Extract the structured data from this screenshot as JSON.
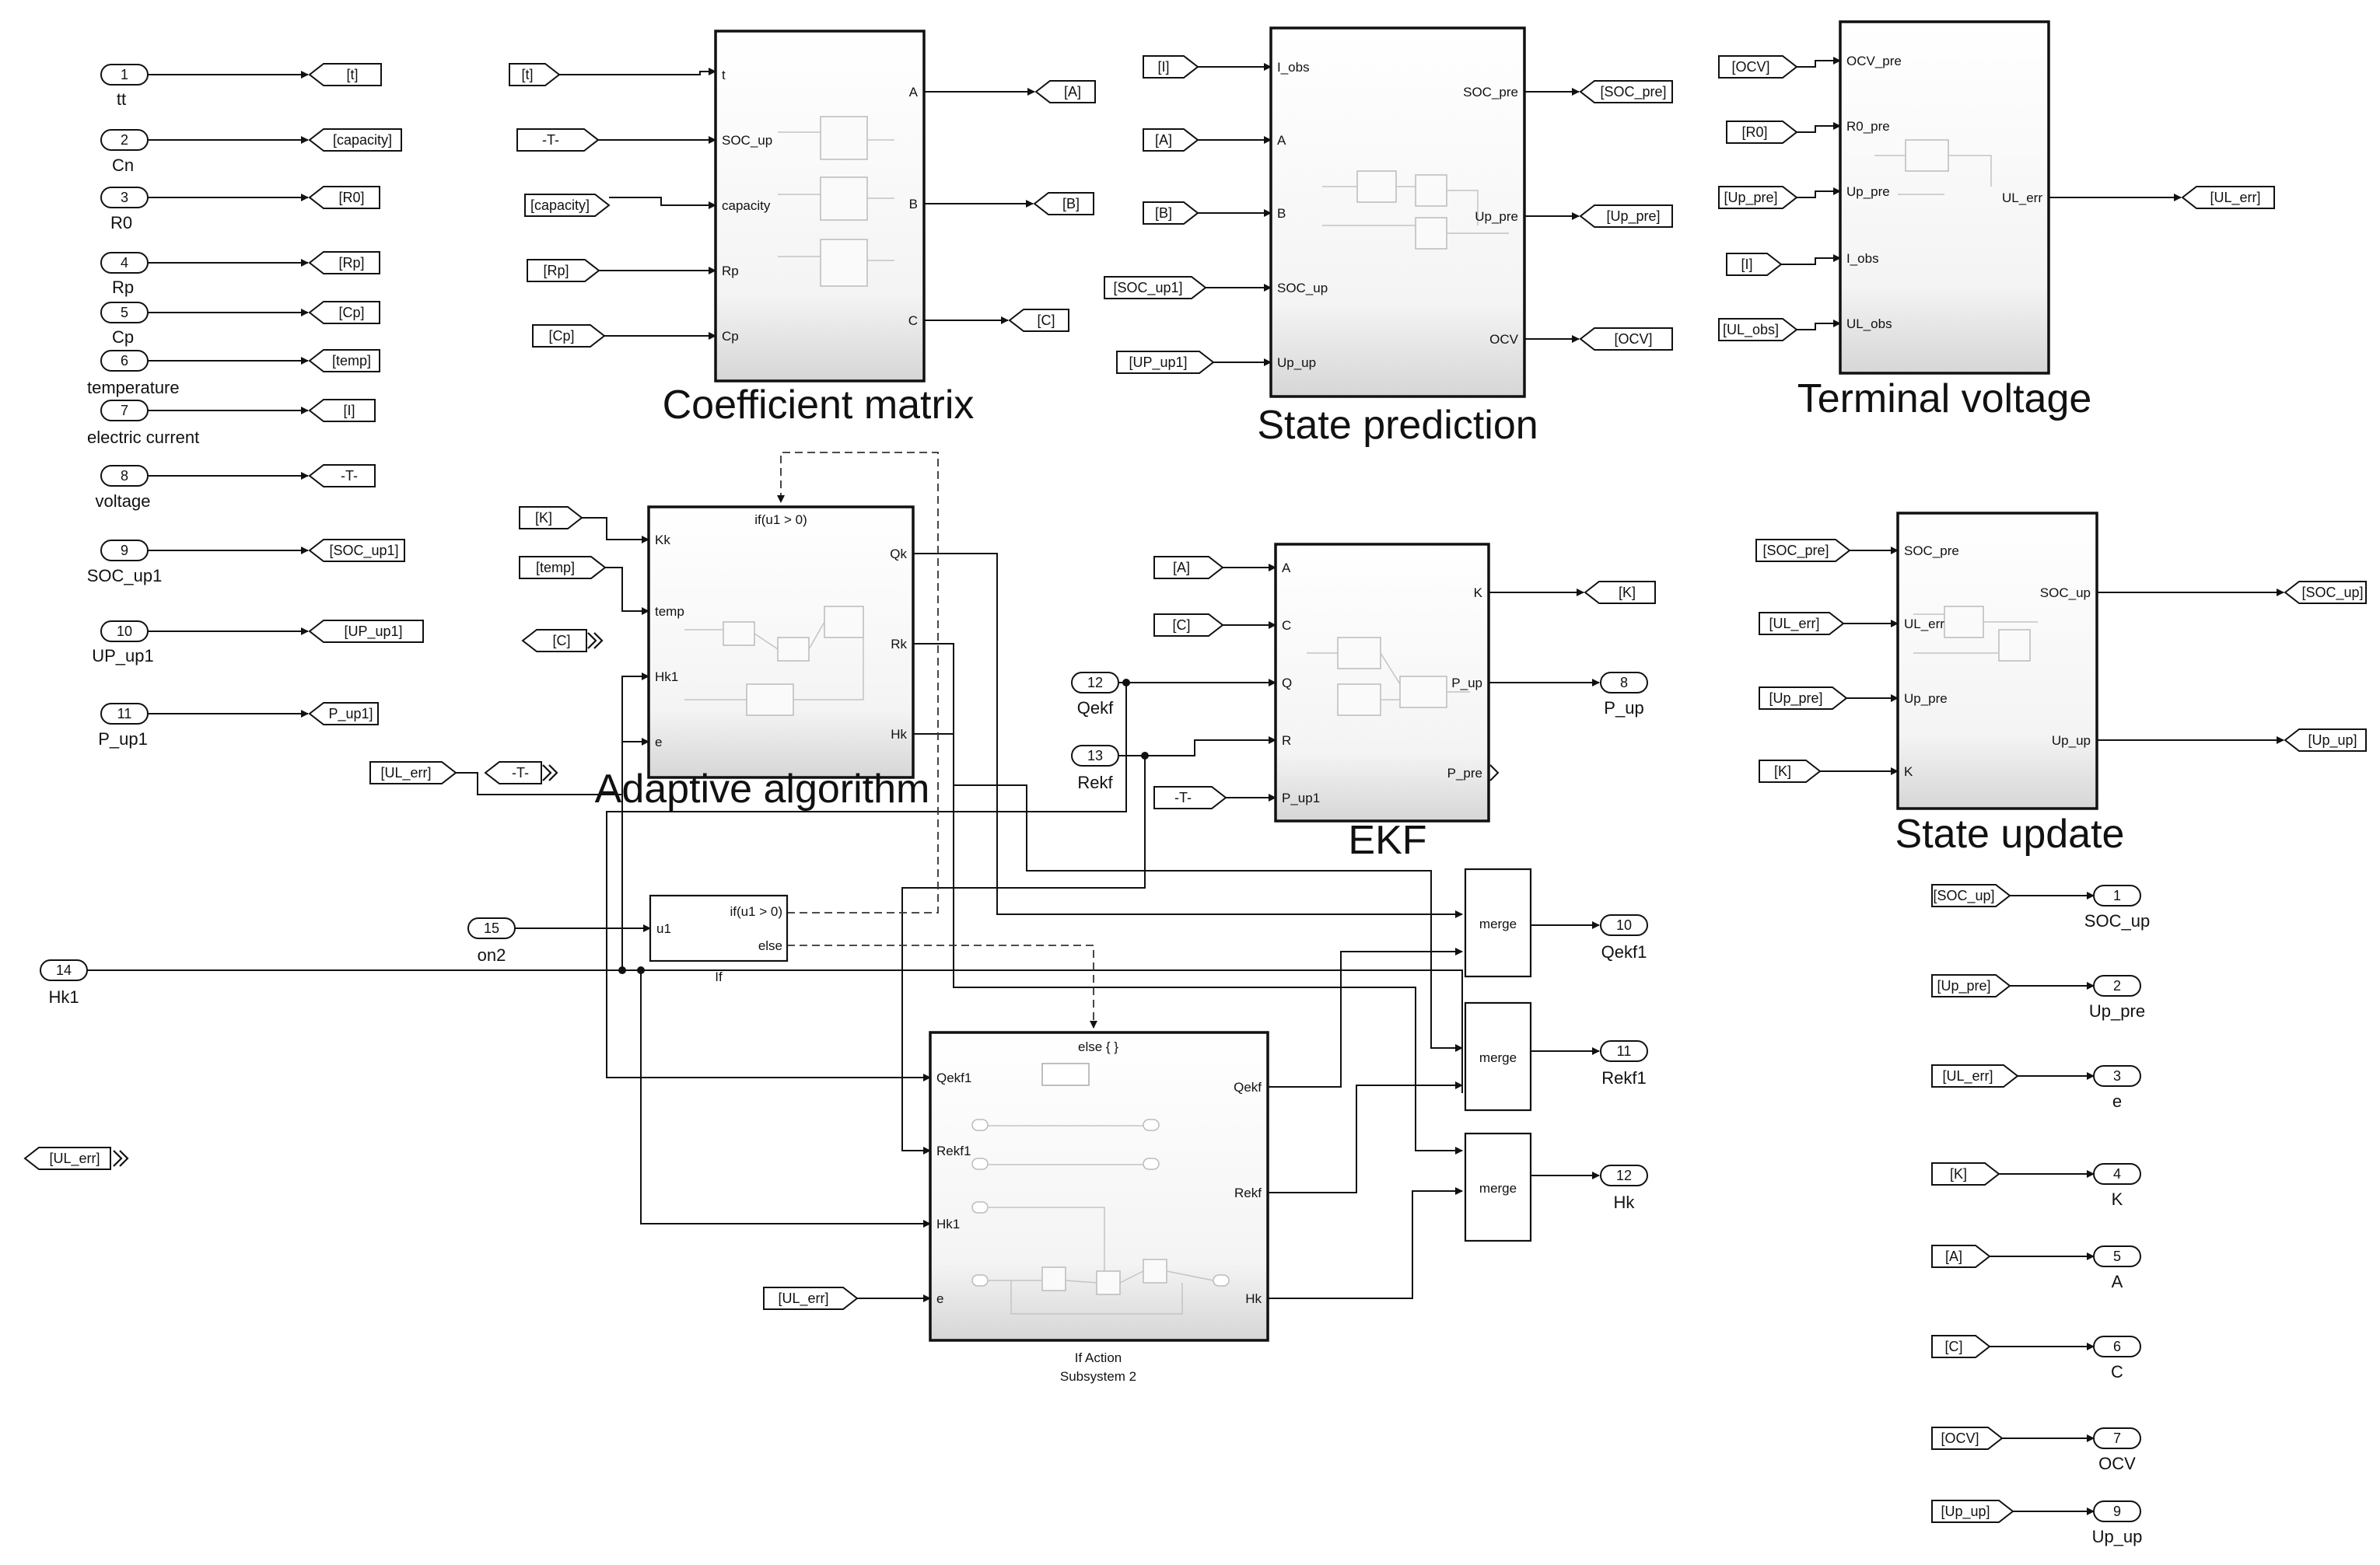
{
  "blocks": {
    "coefficient": {
      "title": "Coefficient matrix",
      "inputs": [
        "t",
        "SOC_up",
        "capacity",
        "Rp",
        "Cp"
      ],
      "outputs": [
        "A",
        "B",
        "C"
      ]
    },
    "prediction": {
      "title": "State prediction",
      "inputs": [
        "I_obs",
        "A",
        "B",
        "SOC_up",
        "Up_up"
      ],
      "outputs": [
        "SOC_pre",
        "Up_pre",
        "OCV"
      ]
    },
    "terminal": {
      "title": "Terminal voltage",
      "inputs": [
        "OCV_pre",
        "R0_pre",
        "Up_pre",
        "I_obs",
        "UL_obs"
      ],
      "outputs": [
        "UL_err"
      ]
    },
    "adaptive": {
      "title": "Adaptive algorithm",
      "condition": "if(u1 > 0)",
      "inputs": [
        "Kk",
        "temp",
        "Hk1",
        "e"
      ],
      "outputs": [
        "Qk",
        "Rk",
        "Hk"
      ]
    },
    "ekf": {
      "title": "EKF",
      "inputs": [
        "A",
        "C",
        "Q",
        "R",
        "P_up1"
      ],
      "outputs": [
        "K",
        "P_up",
        "P_pre"
      ]
    },
    "update": {
      "title": "State update",
      "inputs": [
        "SOC_pre",
        "UL_err",
        "Up_pre",
        "K"
      ],
      "outputs": [
        "SOC_up",
        "Up_up"
      ]
    },
    "if_block": {
      "name": "If",
      "input": "u1",
      "outputs": [
        "if(u1 > 0)",
        "else"
      ]
    },
    "action2": {
      "header": "else { }",
      "caption_line1": "If Action",
      "caption_line2": "Subsystem 2",
      "inputs": [
        "Qekf1",
        "Rekf1",
        "Hk1",
        "e"
      ],
      "outputs": [
        "Qekf",
        "Rekf",
        "Hk"
      ]
    },
    "merge_label": "merge"
  },
  "left_inports": [
    {
      "num": "1",
      "name": "tt",
      "goto": "[t]"
    },
    {
      "num": "2",
      "name": "Cn",
      "goto": "[capacity]"
    },
    {
      "num": "3",
      "name": "R0",
      "goto": "[R0]"
    },
    {
      "num": "4",
      "name": "Rp",
      "goto": "[Rp]"
    },
    {
      "num": "5",
      "name": "Cp",
      "goto": "[Cp]"
    },
    {
      "num": "6",
      "name": "temperature",
      "goto": "[temp]"
    },
    {
      "num": "7",
      "name": "electric current",
      "goto": "[I]"
    },
    {
      "num": "8",
      "name": "voltage",
      "goto": "-T-"
    },
    {
      "num": "9",
      "name": "SOC_up1",
      "goto": "[SOC_up1]"
    },
    {
      "num": "10",
      "name": "UP_up1",
      "goto": "[UP_up1]"
    },
    {
      "num": "11",
      "name": "P_up1",
      "goto": "P_up1]"
    }
  ],
  "coef_froms": [
    "[t]",
    "-T-",
    "[capacity]",
    "[Rp]",
    "[Cp]"
  ],
  "coef_gotos": [
    "[A]",
    "[B]",
    "[C]"
  ],
  "pred_froms": [
    "[I]",
    "[A]",
    "[B]",
    "[SOC_up1]",
    "[UP_up1]"
  ],
  "pred_gotos": [
    "[SOC_pre]",
    "[Up_pre]",
    "[OCV]"
  ],
  "term_froms": [
    "[OCV]",
    "[R0]",
    "[Up_pre]",
    "[I]",
    "[UL_obs]"
  ],
  "term_goto": "[UL_err]",
  "adapt_froms": [
    "[K]",
    "[temp]",
    "[C]"
  ],
  "ul_err_from": "[UL_err]",
  "t_goto": "-T-",
  "ul_err_left": "[UL_err]",
  "ekf_froms": [
    "[A]",
    "[C]"
  ],
  "ekf_inports": [
    {
      "num": "12",
      "name": "Qekf"
    },
    {
      "num": "13",
      "name": "Rekf"
    }
  ],
  "ekf_t_from": "-T-",
  "ekf_goto_k": "[K]",
  "ekf_outport": {
    "num": "8",
    "name": "P_up"
  },
  "upd_froms": [
    "[SOC_pre]",
    "[UL_err]",
    "[Up_pre]",
    "[K]"
  ],
  "upd_gotos": [
    "[SOC_up]",
    "[Up_up]"
  ],
  "on2": {
    "num": "15",
    "name": "on2"
  },
  "hk1": {
    "num": "14",
    "name": "Hk1"
  },
  "action_from": "[UL_err]",
  "merge_outs": [
    {
      "num": "10",
      "name": "Qekf1"
    },
    {
      "num": "11",
      "name": "Rekf1"
    },
    {
      "num": "12",
      "name": "Hk"
    }
  ],
  "right_outports": [
    {
      "from": "[SOC_up]",
      "num": "1",
      "name": "SOC_up"
    },
    {
      "from": "[Up_pre]",
      "num": "2",
      "name": "Up_pre"
    },
    {
      "from": "[UL_err]",
      "num": "3",
      "name": "e"
    },
    {
      "from": "[K]",
      "num": "4",
      "name": "K"
    },
    {
      "from": "[A]",
      "num": "5",
      "name": "A"
    },
    {
      "from": "[C]",
      "num": "6",
      "name": "C"
    },
    {
      "from": "[OCV]",
      "num": "7",
      "name": "OCV"
    },
    {
      "from": "[Up_up]",
      "num": "9",
      "name": "Up_up"
    }
  ]
}
